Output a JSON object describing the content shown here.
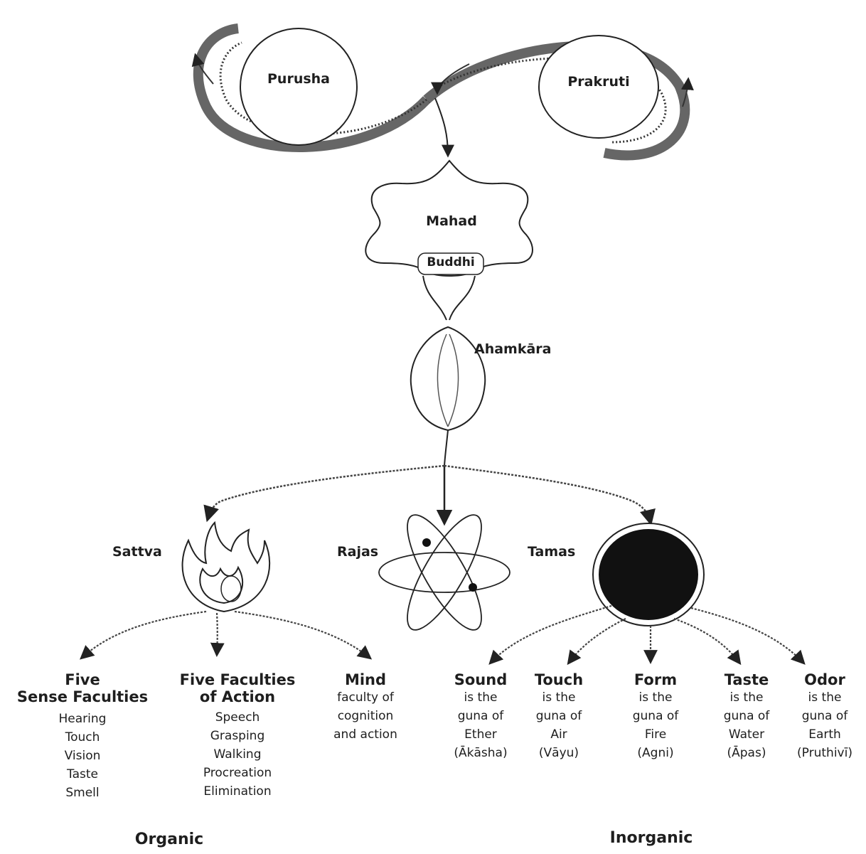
{
  "nodes": {
    "purusha": "Purusha",
    "prakruti": "Prakruti",
    "mahad": "Mahad",
    "buddhi": "Buddhi",
    "ahamkara": "Ahamkāra",
    "sattva": "Sattva",
    "rajas": "Rajas",
    "tamas": "Tamas"
  },
  "organic": {
    "label": "Organic",
    "sense": {
      "title_line1": "Five",
      "title_line2": "Sense Faculties",
      "items": [
        "Hearing",
        "Touch",
        "Vision",
        "Taste",
        "Smell"
      ]
    },
    "action": {
      "title_line1": "Five Faculties",
      "title_line2": "of Action",
      "items": [
        "Speech",
        "Grasping",
        "Walking",
        "Procreation",
        "Elimination"
      ]
    },
    "mind": {
      "title": "Mind",
      "desc": [
        "faculty of",
        "cognition",
        "and action"
      ]
    }
  },
  "inorganic": {
    "label": "Inorganic",
    "elements": [
      {
        "title": "Sound",
        "lines": [
          "is the",
          "guna of",
          "Ether",
          "(Ākāsha)"
        ]
      },
      {
        "title": "Touch",
        "lines": [
          "is the",
          "guna of",
          "Air",
          "(Vāyu)"
        ]
      },
      {
        "title": "Form",
        "lines": [
          "is the",
          "guna of",
          "Fire",
          "(Agni)"
        ]
      },
      {
        "title": "Taste",
        "lines": [
          "is the",
          "guna of",
          "Water",
          "(Āpas)"
        ]
      },
      {
        "title": "Odor",
        "lines": [
          "is the",
          "guna of",
          "Earth",
          "(Pruthivī)"
        ]
      }
    ]
  }
}
